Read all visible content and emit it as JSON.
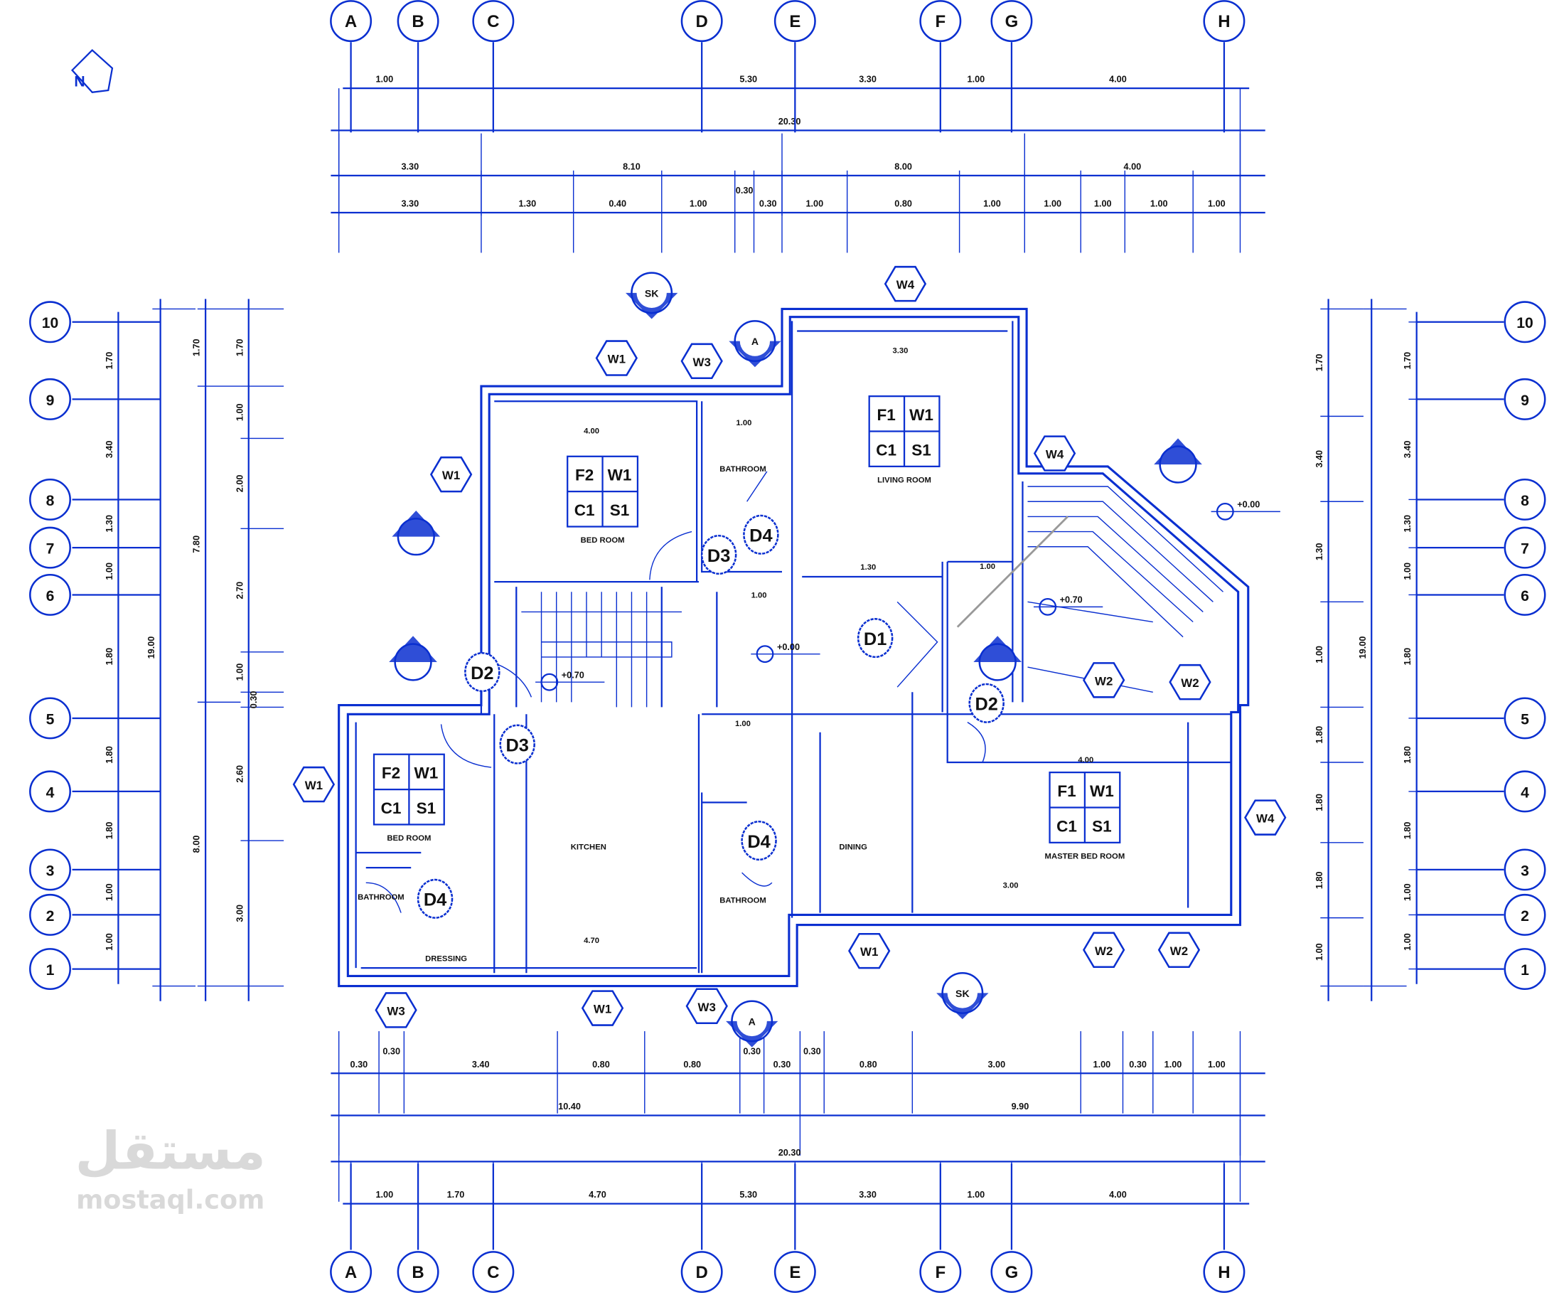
{
  "title": "Ground floor plan",
  "colors": {
    "line": "#0a2fd0",
    "text": "#111111",
    "watermark": "#d9d9d9"
  },
  "grid": {
    "columns": [
      "A",
      "B",
      "C",
      "D",
      "E",
      "F",
      "G",
      "H"
    ],
    "rows": [
      "10",
      "9",
      "8",
      "7",
      "6",
      "5",
      "4",
      "3",
      "2",
      "1"
    ]
  },
  "north_label": "N",
  "dims": {
    "top1": [
      "1.00",
      "5.30",
      "3.30",
      "1.00",
      "4.00"
    ],
    "top_total": "20.30",
    "top2": [
      "3.30",
      "8.10",
      "8.00",
      "4.00"
    ],
    "top3": [
      "3.30",
      "1.30",
      "0.40",
      "1.00",
      "0.30",
      "0.30",
      "1.00",
      "0.80",
      "1.00",
      "1.00",
      "1.00",
      "1.00",
      "1.00"
    ],
    "bottom1": [
      "0.30",
      "0.30",
      "3.40",
      "0.80",
      "0.80",
      "0.30",
      "0.30",
      "0.30",
      "0.80",
      "3.00",
      "1.00",
      "0.30",
      "1.00",
      "1.00"
    ],
    "bottom2": [
      "10.40",
      "9.90"
    ],
    "bottom_total": "20.30",
    "bottom3": [
      "1.00",
      "1.70",
      "4.70",
      "5.30",
      "3.30",
      "1.00",
      "4.00"
    ],
    "left": [
      "1.70",
      "3.40",
      "1.30",
      "1.00",
      "1.80",
      "1.80",
      "1.80",
      "1.00",
      "1.00"
    ],
    "left_total": "19.00",
    "right": [
      "1.70",
      "3.40",
      "1.30",
      "1.00",
      "1.80",
      "1.80",
      "1.80",
      "1.00",
      "1.00"
    ],
    "right_total": "19.00"
  },
  "room_tags": [
    {
      "cells": [
        "F2",
        "W1",
        "C1",
        "S1"
      ],
      "name": "BED ROOM"
    },
    {
      "cells": [
        "F1",
        "W1",
        "C1",
        "S1"
      ],
      "name": "LIVING ROOM"
    },
    {
      "cells": [
        "F2",
        "W1",
        "C1",
        "S1"
      ],
      "name": "BED ROOM"
    },
    {
      "cells": [
        "F1",
        "W1",
        "C1",
        "S1"
      ],
      "name": "MASTER BED ROOM"
    }
  ],
  "room_names": [
    "KITCHEN",
    "DINING",
    "BATHROOM",
    "BATHROOM",
    "BATHROOM",
    "DRESSING"
  ],
  "window_tags": [
    "W1",
    "W1",
    "W1",
    "W1",
    "W1",
    "W3",
    "W3",
    "W3",
    "W4",
    "W4",
    "W4",
    "W2",
    "W2",
    "W2",
    "W2"
  ],
  "door_tags": [
    "D4",
    "D4",
    "D4",
    "D3",
    "D3",
    "D1",
    "D2",
    "D2"
  ],
  "section_marks": [
    "SK",
    "SK",
    "A",
    "A"
  ],
  "levels": [
    "+0.00",
    "+0.70",
    "+0.00",
    "+0.70"
  ],
  "interior_dims": [
    "4.00",
    "3.30",
    "1.00",
    "1.30",
    "1.00",
    "1.00",
    "4.00",
    "1.00",
    "4.70",
    "3.00"
  ],
  "watermark": {
    "arabic": "مستقل",
    "latin": "mostaql.com"
  }
}
